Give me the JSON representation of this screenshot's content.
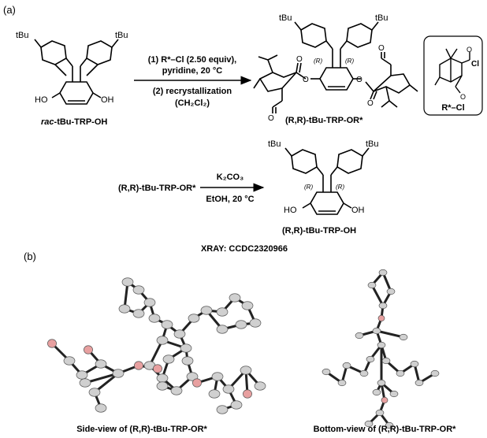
{
  "panels": {
    "a": "(a)",
    "b": "(b)"
  },
  "scheme1": {
    "reactant": {
      "prefix": "rac",
      "suffix": "-tBu-TRP-OH"
    },
    "conditions": {
      "step1": "(1) R*–Cl (2.50 equiv),",
      "step1_solvent": "pyridine, 20 °C",
      "step2": "(2) recrystallization",
      "step2_solvent": "(CH₂Cl₂)"
    },
    "product": "(R,R)-tBu-TRP-OR*",
    "reagent_box": {
      "label": "R*–Cl",
      "cl": "Cl"
    },
    "tbu": "tBu",
    "ho": "HO",
    "oh": "OH",
    "o": "O",
    "stereo": "(R)"
  },
  "scheme2": {
    "reactant": "(R,R)-tBu-TRP-OR*",
    "reagent": "K₂CO₃",
    "conditions": "EtOH, 20 °C",
    "product": "(R,R)-tBu-TRP-OH"
  },
  "xray": {
    "title": "XRAY: CCDC2320966",
    "side_caption": "Side-view of (R,R)-tBu-TRP-OR*",
    "bottom_caption": "Bottom-view of (R,R)-tBu-TRP-OR*"
  },
  "colors": {
    "bond": "#222222",
    "atom": "#d0d0d0",
    "oxygen": "#e8a0a0"
  }
}
